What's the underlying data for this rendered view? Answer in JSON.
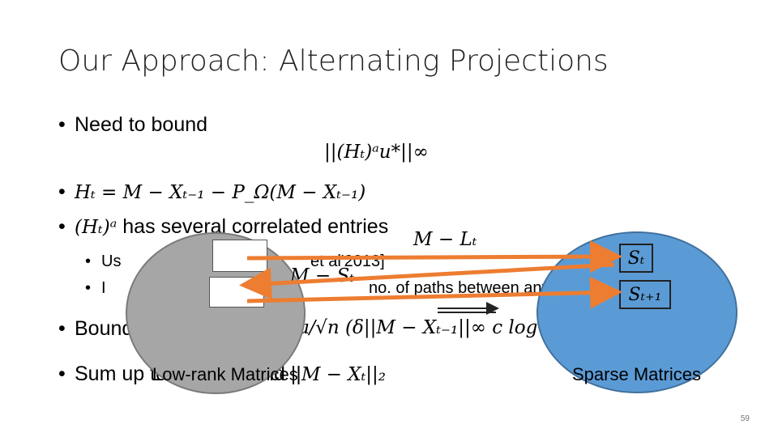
{
  "slide": {
    "title": "Our Approach: Alternating Projections",
    "page_number": "59"
  },
  "bullets": {
    "b1_text": "Need to bound",
    "b1_math": "||(Hₜ)ᵃu*||∞",
    "b2_math": "Hₜ = M − Xₜ₋₁ − P_Ω(M − Xₜ₋₁)",
    "b3_math": "(Hₜ)ᵃ",
    "b3_text": "has several correlated entries",
    "sub1": "Us",
    "sub1_tail": "et al'2013]",
    "sub2": "I",
    "sub2_tail": "no. of paths between any pa",
    "b4_text": "Bound",
    "b4_math": "≤ μ/√n (δ||M − Xₜ₋₁||∞ c log n)",
    "b5_text": "Sum up terms to bound ||",
    "b5_math": "M − Xₜ||₂"
  },
  "diagram": {
    "left_label": "Low-rank Matrices",
    "right_label": "Sparse Matrices",
    "top_math": "M − Lₜ",
    "mid_math": "M − Sₜ",
    "box1": "Sₜ",
    "box2": "Sₜ₊₁",
    "arrow_color": "#ed7d31",
    "gray_color": "#a6a6a6",
    "blue_color": "#5b9bd5"
  }
}
